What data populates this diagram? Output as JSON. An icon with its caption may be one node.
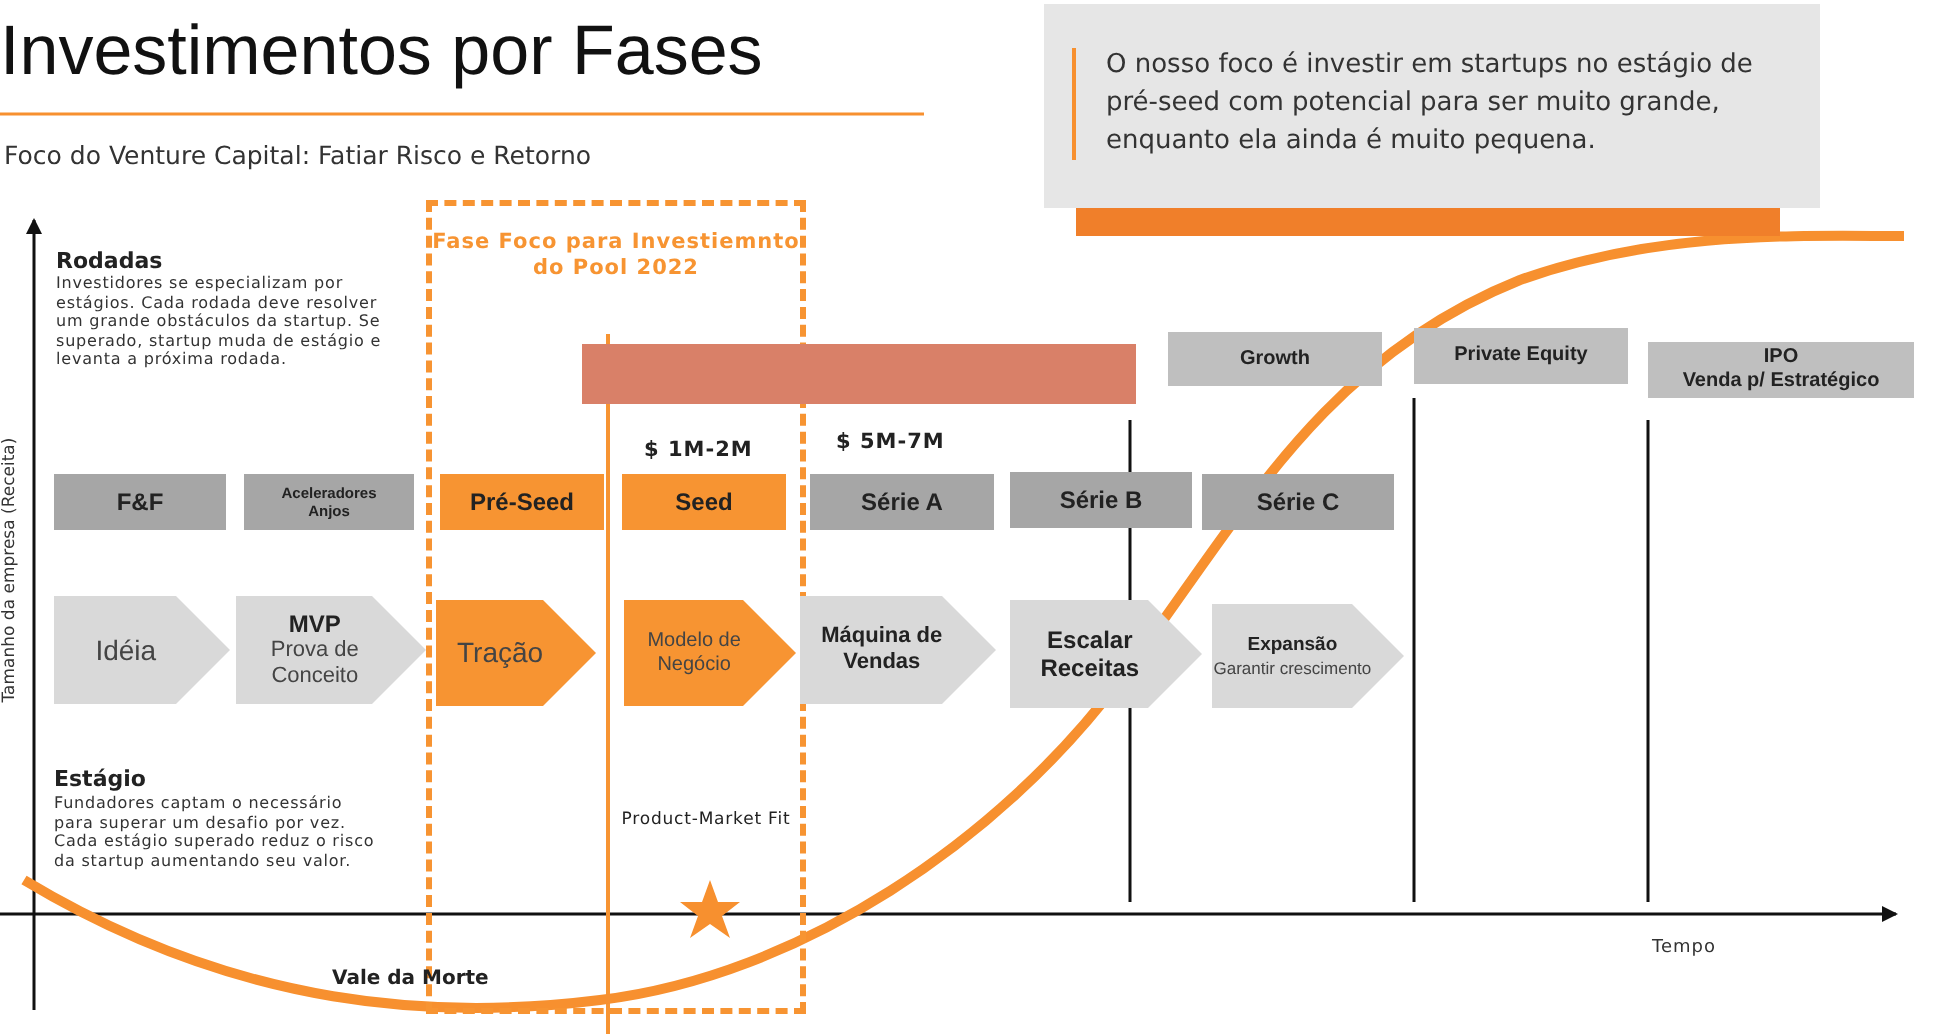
{
  "diagram": {
    "title": "Investimentos por **Fases**",
    "nodes": [
      {
        "text": [
          "O nosso foco é investir em startups no estágio de pré-seed com potencial para ser muito grande, enquanto ela ainda é muito pequena."
        ]
      },
      {
        "text": [
          "Fase Foco para Investiemnto do Pool 2022"
        ]
      },
      {
        "text": [],
        "shape": "bar"
      },
      {
        "text": [
          "Growth"
        ]
      },
      {
        "text": [
          "Private Equity"
        ]
      },
      {
        "text": [
          "IPO",
          "Venda p/ Estratégico"
        ]
      },
      {
        "text": [
          "F&F"
        ]
      },
      {
        "text": [
          "Aceleradores Anjos"
        ]
      },
      {
        "text": [
          "Pré-Seed"
        ],
        "in": 1
      },
      {
        "text": [
          "Seed"
        ],
        "in": 1
      },
      {
        "text": [
          "Série A"
        ]
      },
      {
        "text": [
          "Série B"
        ]
      },
      {
        "text": [
          "Série C"
        ]
      },
      {
        "text": [
          "Idéia"
        ]
      },
      {
        "text": [
          "MVP",
          "Prova de Conceito"
        ]
      },
      {
        "text": [
          "Tração"
        ],
        "in": 1
      },
      {
        "text": [
          "Modelo de Negócio"
        ],
        "in": 1
      },
      {
        "text": [
          "Máquina de Vendas"
        ]
      },
      {
        "text": [
          "Escalar Receitas"
        ]
      },
      {
        "text": [
          "Expansão",
          "Garantir crescimento"
        ]
      }
    ],
    "edges": [],
    "labels": [
      "Foco do Venture Capital: Fatiar Risco e Retorno",
      "Rodadas",
      "Investidores se especializam por estágios. Cada rodada deve resolver um grande obstáculos da startup. Se superado, startup muda de estágio e levanta a próxima rodada.",
      "Tamanho da empresa (Receita)",
      "$ 1M-2M",
      "$ 5M-7M",
      "Estágio",
      "Fundadores captam o necessário para superar um desafio por vez. Cada estágio superado reduz o risco da startup aumentando seu valor.",
      "Product-Market Fit",
      "Vale da Morte",
      "Tempo"
    ]
  }
}
